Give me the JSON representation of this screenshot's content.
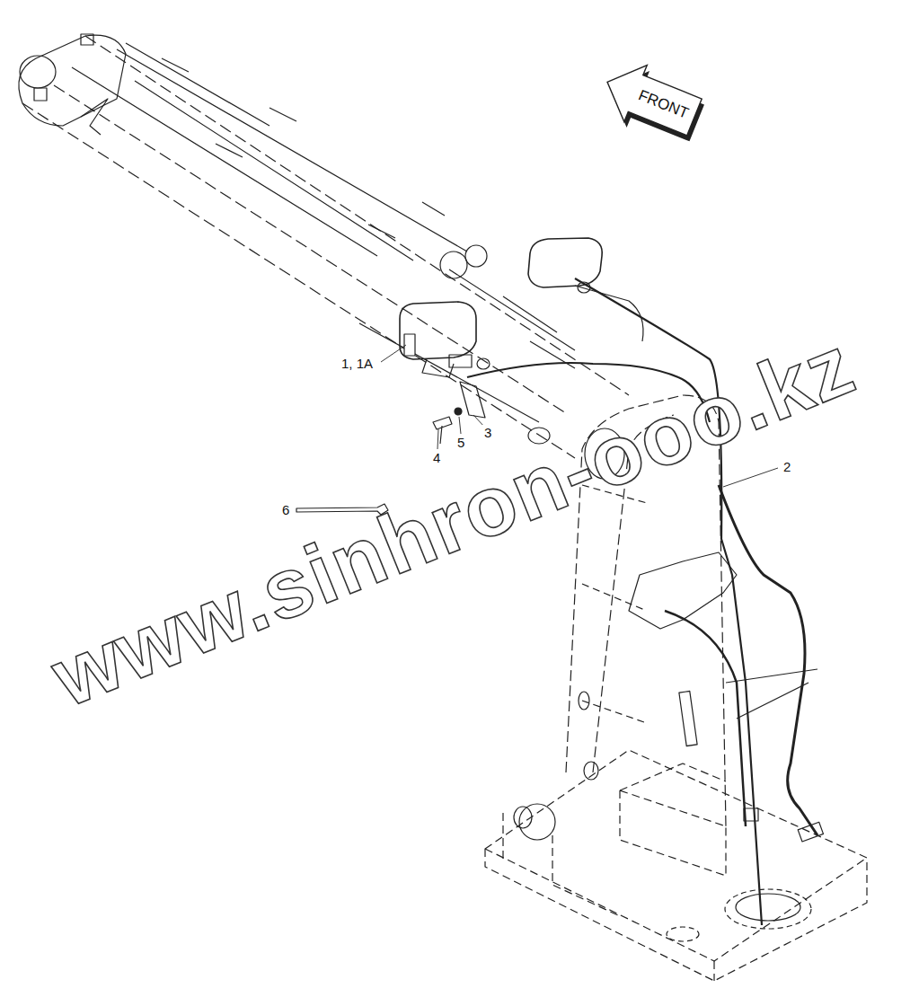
{
  "diagram": {
    "nodes": [
      {
        "text": [
          "FRONT"
        ]
      }
    ],
    "edges": [],
    "labels": [
      "1, 1A",
      "2",
      "3",
      "4",
      "5",
      "6",
      "www.sinhron-ooo.kz"
    ]
  }
}
